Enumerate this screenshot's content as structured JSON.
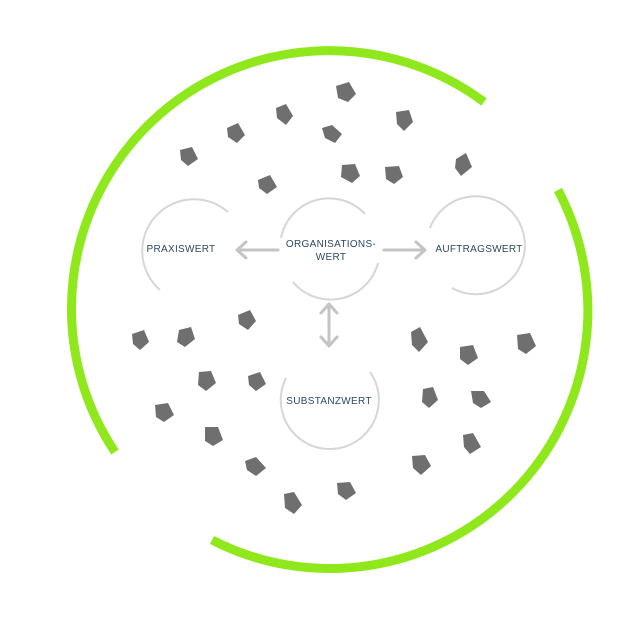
{
  "nodes": {
    "praxiswert": {
      "label": "PRAXISWERT"
    },
    "organisationswert": {
      "label": "ORGANISATIONS-\nWERT"
    },
    "auftragswert": {
      "label": "AUFTRAGSWERT"
    },
    "substanzwert": {
      "label": "SUBSTANZWERT"
    }
  },
  "colors": {
    "ring": "#8ee81c",
    "node_stroke": "#d6d6d6",
    "arrow": "#c4c4c4",
    "pebble": "#6f6f6f",
    "label_text": "#2e4a63"
  }
}
